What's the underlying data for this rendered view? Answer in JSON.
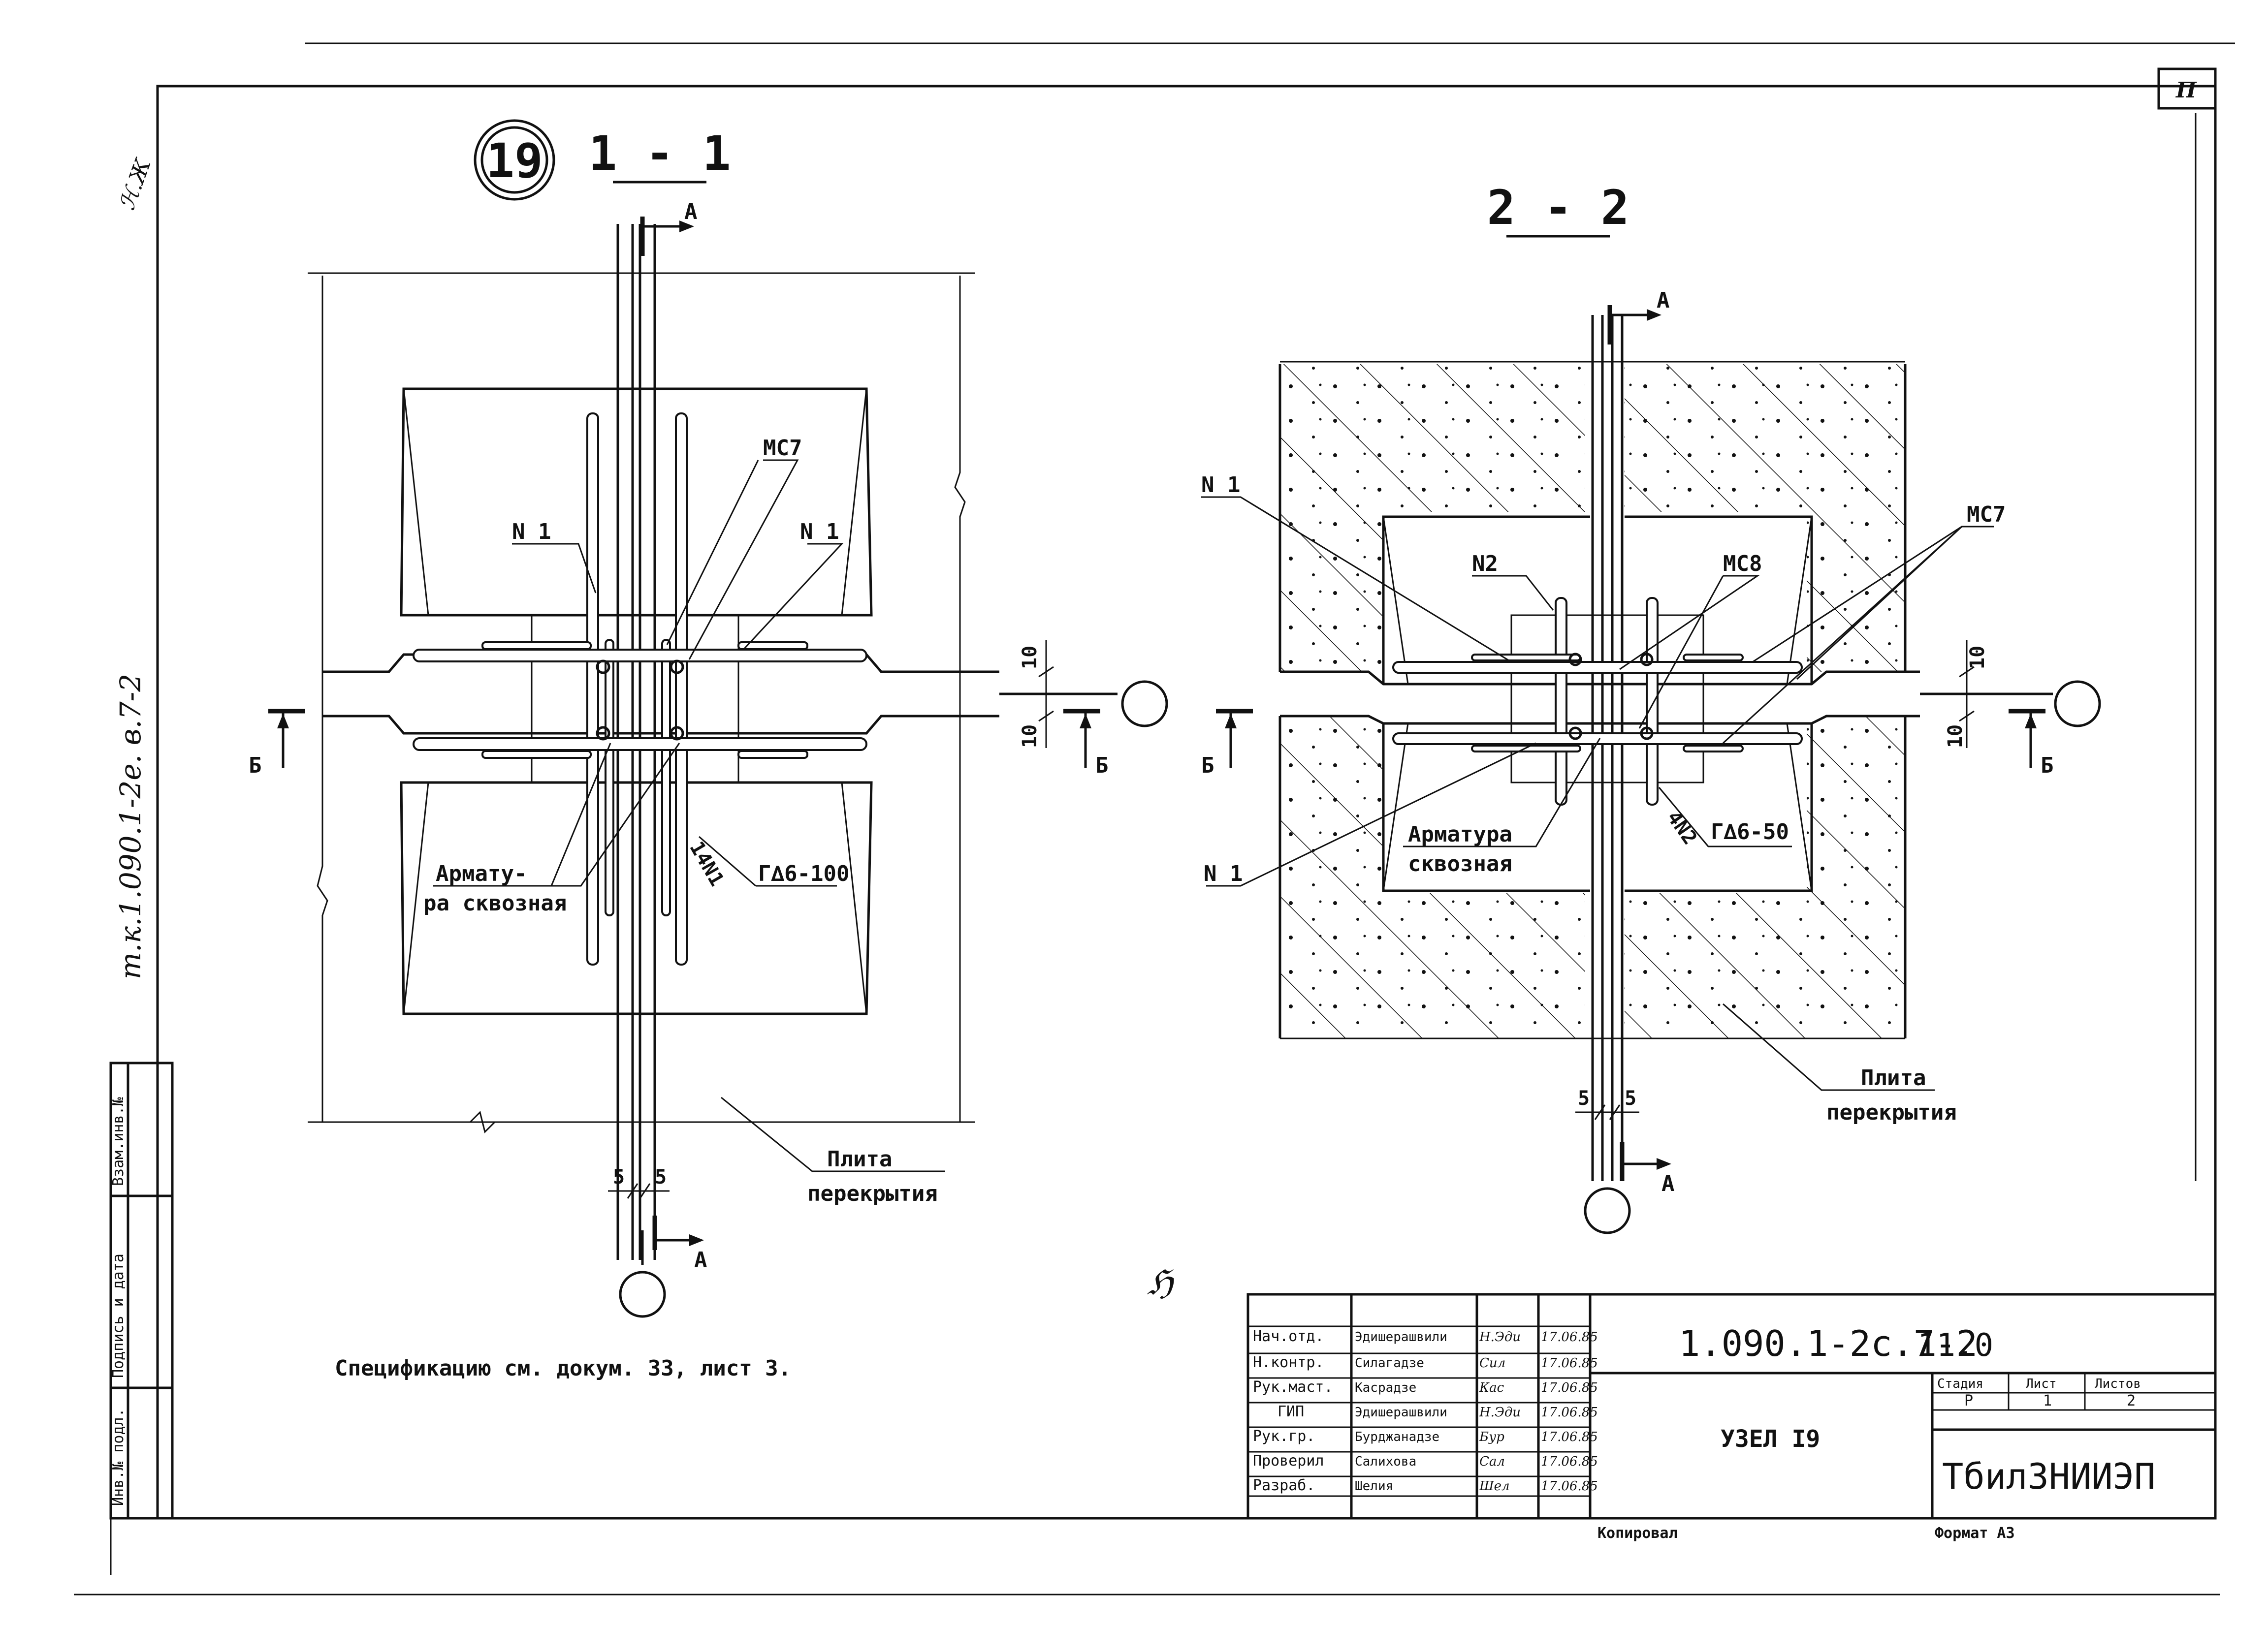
{
  "sheet": {
    "corner_mark": "П",
    "side_note": "т.к.1.090.1-2е. в.7-2",
    "spec_note": "Спецификацию см. докум. 33, лист 3.",
    "copied_label": "Копировал",
    "format_label": "Формат А3",
    "stray_mark": "ℌ"
  },
  "node_number": "19",
  "section_1": {
    "title": "1 - 1",
    "cut_a": "А",
    "cut_b": "Б",
    "labels": {
      "n1_left": "N 1",
      "n1_right": "N 1",
      "mc7": "МС7",
      "rebar_line1": "Армату-",
      "rebar_line2": "ра сквозная",
      "bars_count": "14N1",
      "weld": "Г∆6-100",
      "slab_line1": "Плита",
      "slab_line2": "перекрытия"
    },
    "dims": {
      "d10_top": "10",
      "d10_bottom": "10",
      "d5_left": "5",
      "d5_right": "5"
    }
  },
  "section_2": {
    "title": "2 - 2",
    "cut_a": "А",
    "cut_b": "Б",
    "labels": {
      "n1_top": "N 1",
      "n1_bottom": "N 1",
      "n2": "N2",
      "mc8": "МС8",
      "mc7": "МС7",
      "rebar_line1": "Арматура",
      "rebar_line2": "сквозная",
      "bars_count": "4N2",
      "weld": "Г∆6-50",
      "slab_line1": "Плита",
      "slab_line2": "перекрытия"
    },
    "dims": {
      "d10_top": "10",
      "d10_bottom": "10",
      "d5_left": "5",
      "d5_right": "5"
    }
  },
  "left_stamp": {
    "col1": "Инв.№ подл.",
    "col2": "Подпись и дата",
    "col3": "Взам.инв.№"
  },
  "title_block": {
    "code": "1.090.1-2с.7-2",
    "code_suffix": "11.0",
    "name": "УЗЕЛ I9",
    "organization": "ТбилЗНИИЭП",
    "stage_header": "Стадия",
    "sheet_header": "Лист",
    "sheets_header": "Листов",
    "stage": "Р",
    "sheet": "1",
    "sheets": "2",
    "rows": [
      {
        "role": "Нач.отд.",
        "name": "Эдишерашвили",
        "sign": "Н.Эди",
        "date": "17.06.85"
      },
      {
        "role": "Н.контр.",
        "name": "Силагадзе",
        "sign": "Сил",
        "date": "17.06.85"
      },
      {
        "role": "Рук.маст.",
        "name": "Касрадзе",
        "sign": "Кас",
        "date": "17.06.85"
      },
      {
        "role": "ГИП",
        "name": "Эдишерашвили",
        "sign": "Н.Эди",
        "date": "17.06.85"
      },
      {
        "role": "Рук.гр.",
        "name": "Бурджанадзе",
        "sign": "Бур",
        "date": "17.06.85"
      },
      {
        "role": "Проверил",
        "name": "Салихова",
        "sign": "Сал",
        "date": "17.06.85"
      },
      {
        "role": "Разраб.",
        "name": "Шелия",
        "sign": "Шел",
        "date": "17.06.85"
      }
    ]
  }
}
